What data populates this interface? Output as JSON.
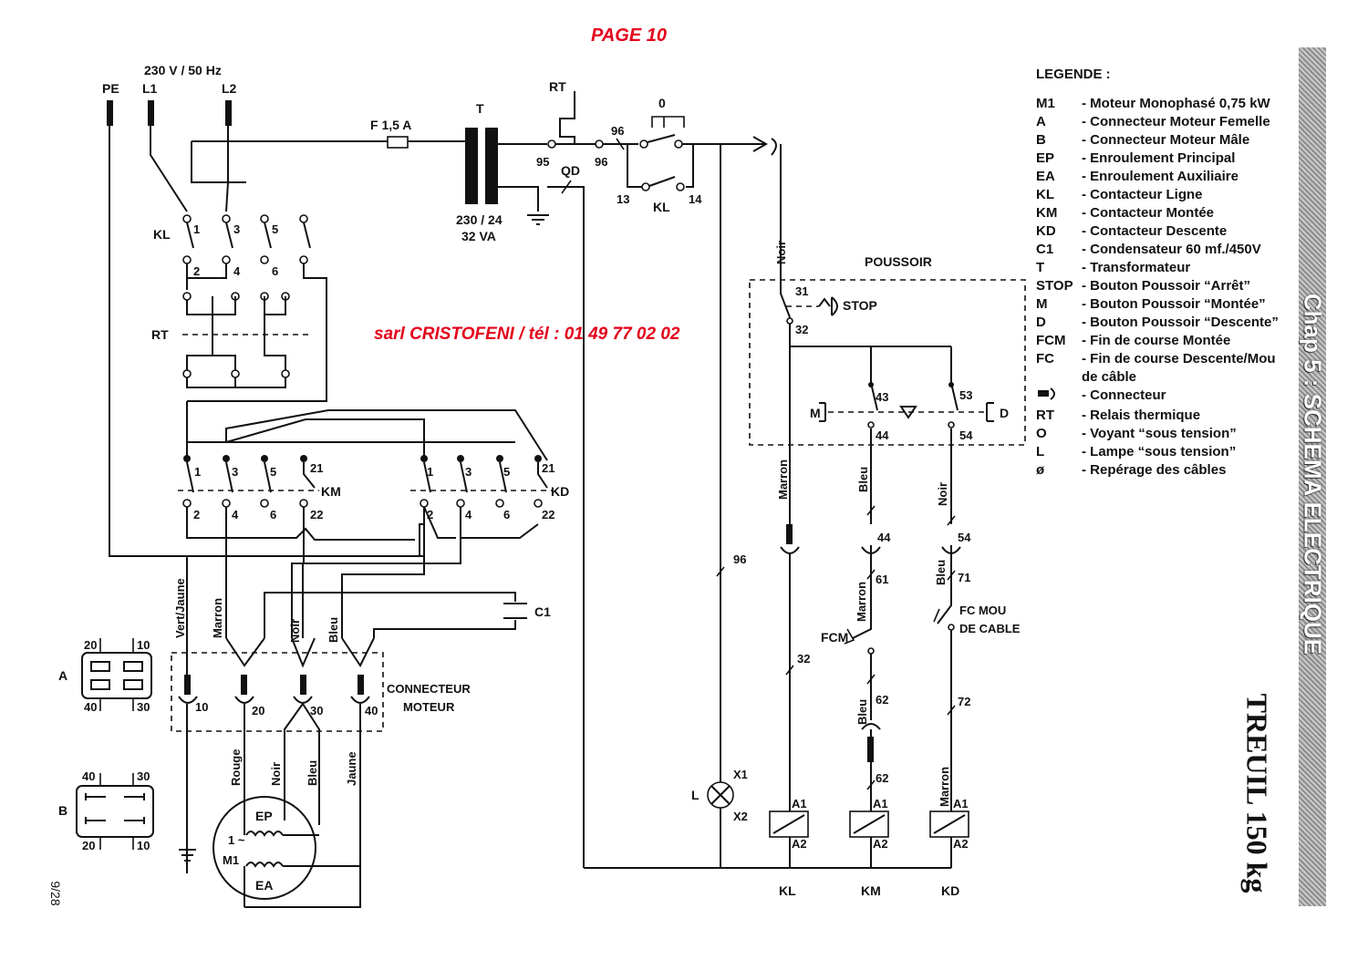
{
  "page_title": "PAGE 10",
  "watermark": "sarl CRISTOFENI / tél : 01 49 77 02 02",
  "side_title": "Chap 5 : SCHEMA ELECTRIQUE",
  "document_title": "TREUIL 150 kg",
  "page_number": "9/28",
  "supply": {
    "pe": "PE",
    "l1": "L1",
    "l2": "L2",
    "rating": "230 V / 50 Hz"
  },
  "fuse": "F 1,5 A",
  "transformer": {
    "label": "T",
    "ratio": "230 / 24",
    "power": "32 VA"
  },
  "qd": "QD",
  "rt": "RT",
  "kl": "KL",
  "km": "KM",
  "kd": "KD",
  "contact_nums": {
    "n1": "1",
    "n2": "2",
    "n3": "3",
    "n4": "4",
    "n5": "5",
    "n6": "6",
    "n21": "21",
    "n22": "22",
    "n13": "13",
    "n14": "14",
    "n95": "95",
    "n96": "96",
    "n0": "0"
  },
  "capacitor": "C1",
  "connector_moteur": [
    "CONNECTEUR",
    "MOTEUR"
  ],
  "wire_labels": {
    "vert_jaune": "Vert/Jaune",
    "marron": "Marron",
    "noir": "Noir",
    "bleu": "Bleu",
    "rouge": "Rouge",
    "jaune": "Jaune"
  },
  "pins": {
    "p10": "10",
    "p20": "20",
    "p30": "30",
    "p40": "40"
  },
  "connector_a": "A",
  "connector_b": "B",
  "motor": {
    "ep": "EP",
    "ea": "EA",
    "m1": "M1",
    "phase": "1 ~"
  },
  "poussoir": "POUSSOIR",
  "stop": "STOP",
  "btn_m": "M",
  "btn_d": "D",
  "ctrl_nums": {
    "c31": "31",
    "c32": "32",
    "c43": "43",
    "c44": "44",
    "c53": "53",
    "c54": "54",
    "c96": "96",
    "c61": "61",
    "c62": "62",
    "c71": "71",
    "c72": "72"
  },
  "fcm": "FCM",
  "fc_mou": [
    "FC MOU",
    "DE CABLE"
  ],
  "lamp": {
    "l": "L",
    "x1": "X1",
    "x2": "X2"
  },
  "coil": {
    "a1": "A1",
    "a2": "A2"
  },
  "coils": [
    "KL",
    "KM",
    "KD"
  ],
  "legend": {
    "title": "LEGENDE :",
    "items": [
      {
        "code": "M1",
        "desc": "- Moteur Monophasé 0,75 kW"
      },
      {
        "code": "A",
        "desc": "- Connecteur Moteur Femelle"
      },
      {
        "code": "B",
        "desc": "- Connecteur Moteur Mâle"
      },
      {
        "code": "EP",
        "desc": "- Enroulement Principal"
      },
      {
        "code": "EA",
        "desc": "- Enroulement Auxiliaire"
      },
      {
        "code": "KL",
        "desc": "- Contacteur Ligne"
      },
      {
        "code": "KM",
        "desc": "- Contacteur Montée"
      },
      {
        "code": "KD",
        "desc": "- Contacteur Descente"
      },
      {
        "code": "C1",
        "desc": "- Condensateur 60 mf./450V"
      },
      {
        "code": "T",
        "desc": "- Transformateur"
      },
      {
        "code": "STOP",
        "desc": "- Bouton Poussoir “Arrêt”"
      },
      {
        "code": "M",
        "desc": "- Bouton Poussoir “Montée”"
      },
      {
        "code": "D",
        "desc": "- Bouton Poussoir “Descente”"
      },
      {
        "code": "FCM",
        "desc": "- Fin de course Montée"
      },
      {
        "code": "FC",
        "desc": "- Fin de course Descente/Mou"
      },
      {
        "code": "",
        "desc": "  de câble"
      },
      {
        "code": "connector-symbol",
        "desc": "- Connecteur"
      },
      {
        "code": "RT",
        "desc": "- Relais thermique"
      },
      {
        "code": "O",
        "desc": "- Voyant “sous tension”"
      },
      {
        "code": "L",
        "desc": "- Lampe “sous tension”"
      },
      {
        "code": "ø",
        "desc": "- Repérage des câbles"
      }
    ]
  }
}
